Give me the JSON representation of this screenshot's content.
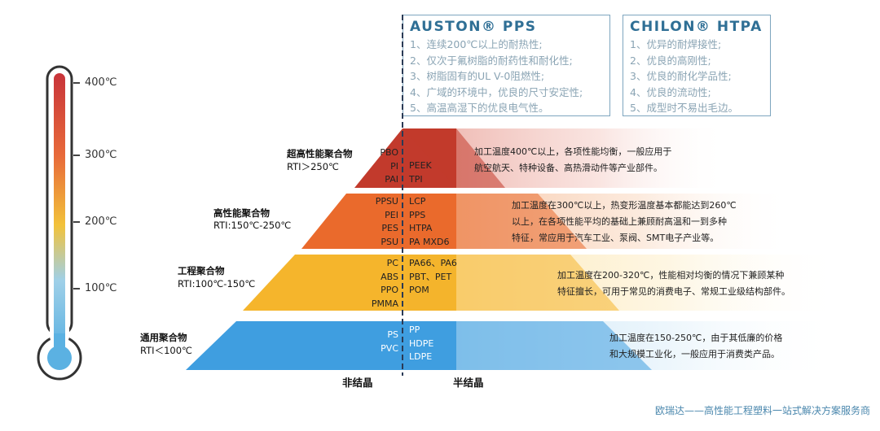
{
  "thermometer": {
    "labels": [
      "400℃",
      "300℃",
      "200℃",
      "100℃"
    ]
  },
  "boxes": [
    {
      "title": "AUSTON® PPS",
      "items": [
        "1、连续200℃以上的耐热性;",
        "2、仅次于氟树脂的耐药性和耐化性;",
        "3、树脂固有的UL V-0阻燃性;",
        "4、广域的环境中，优良的尺寸安定性;",
        "5、高温高湿下的优良电气性。"
      ]
    },
    {
      "title": "CHILON® HTPA",
      "items": [
        "1、优异的耐焊接性;",
        "2、优良的高刚性;",
        "3、优良的耐化学品性;",
        "4、优良的流动性;",
        "5、成型时不易出毛边。"
      ]
    }
  ],
  "tiers": [
    {
      "name": "超高性能聚合物",
      "rti": "RTI＞250℃",
      "left": [
        "PBO",
        "PI",
        "PAI"
      ],
      "right": [
        "PEEK",
        "TPI"
      ],
      "desc": [
        "加工温度400℃以上，各项性能均衡，一般应用于",
        "航空航天、特种设备、高热滑动件等产业部件。"
      ],
      "color": "#c23a2c"
    },
    {
      "name": "高性能聚合物",
      "rti": "RTI:150℃-250℃",
      "left": [
        "PPSU",
        "PEI",
        "PES",
        "PSU"
      ],
      "right": [
        "LCP",
        "PPS",
        "HTPA",
        "PA MXD6"
      ],
      "desc": [
        "加工温度在300℃以上，热变形温度基本都能达到260℃",
        "以上，在各项性能平均的基础上兼顾耐高温和一到多种",
        "特征，常应用于汽车工业、泵阀、SMT电子产业等。"
      ],
      "color": "#ea6a2c"
    },
    {
      "name": "工程聚合物",
      "rti": "RTI:100℃-150℃",
      "left": [
        "PC",
        "ABS",
        "PPO",
        "PMMA"
      ],
      "right": [
        "PA66、PA6",
        "PBT、PET",
        "POM"
      ],
      "desc": [
        "加工温度在200-320℃，性能相对均衡的情况下兼顾某种",
        "特征擅长，可用于常见的消费电子、常规工业级结构部件。"
      ],
      "color": "#f5b52c"
    },
    {
      "name": "通用聚合物",
      "rti": "RTI＜100℃",
      "left": [
        "PS",
        "PVC"
      ],
      "right": [
        "PP",
        "HDPE",
        "LDPE"
      ],
      "desc": [
        "加工温度在150-250℃，由于其低廉的价格",
        "和大规模工业化，一般应用于消费类产品。"
      ],
      "color": "#3f9ee0"
    }
  ],
  "bottom": {
    "left_label": "非结晶",
    "right_label": "半结晶"
  },
  "footer": "欧瑞达——高性能工程塑料一站式解决方案服务商"
}
